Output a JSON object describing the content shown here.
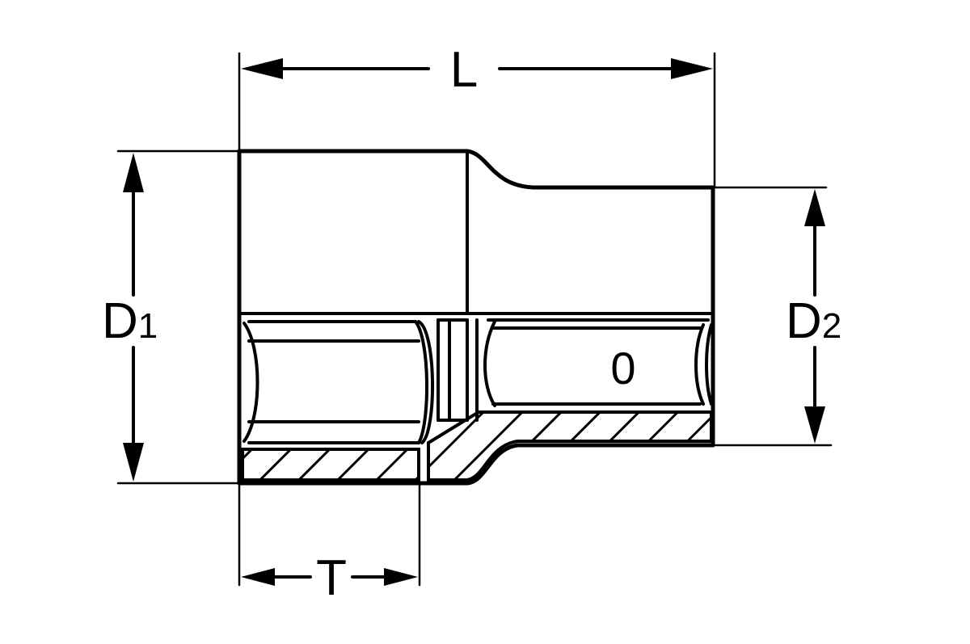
{
  "diagram": {
    "background": "#ffffff",
    "line_color": "#000000",
    "labels": {
      "length": "L",
      "drive_depth": "T",
      "diameter_1": "D",
      "diameter_1_sub": "1",
      "diameter_2": "D",
      "diameter_2_sub": "2",
      "drive_mark": "0"
    }
  }
}
